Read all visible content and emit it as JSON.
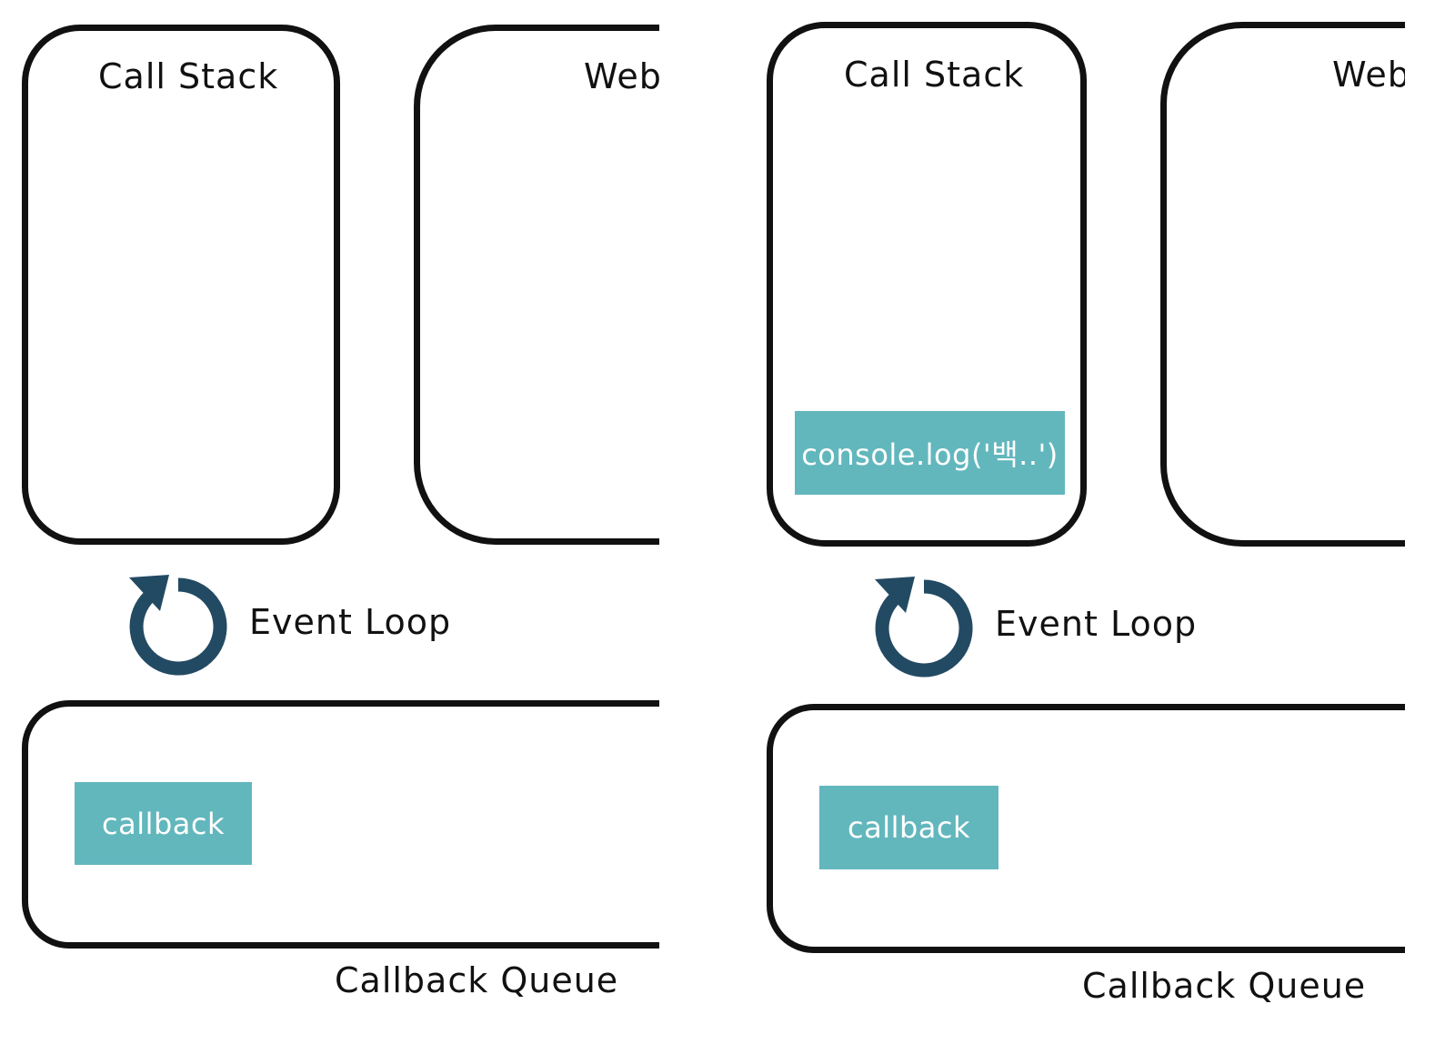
{
  "panels": [
    {
      "call_stack": {
        "title": "Call Stack",
        "items": []
      },
      "web_apis": {
        "title": "Web"
      },
      "event_loop": {
        "label": "Event Loop",
        "icon": "refresh-loop-icon"
      },
      "callback_queue": {
        "title": "Callback Queue",
        "items": [
          "callback"
        ]
      }
    },
    {
      "call_stack": {
        "title": "Call Stack",
        "items": [
          "console.log('백..')"
        ]
      },
      "web_apis": {
        "title": "Web"
      },
      "event_loop": {
        "label": "Event Loop",
        "icon": "refresh-loop-icon"
      },
      "callback_queue": {
        "title": "Callback Queue",
        "items": [
          "callback"
        ]
      }
    }
  ],
  "colors": {
    "chip": "#62b7bd",
    "loop_icon": "#234a63",
    "outline": "#111111"
  }
}
